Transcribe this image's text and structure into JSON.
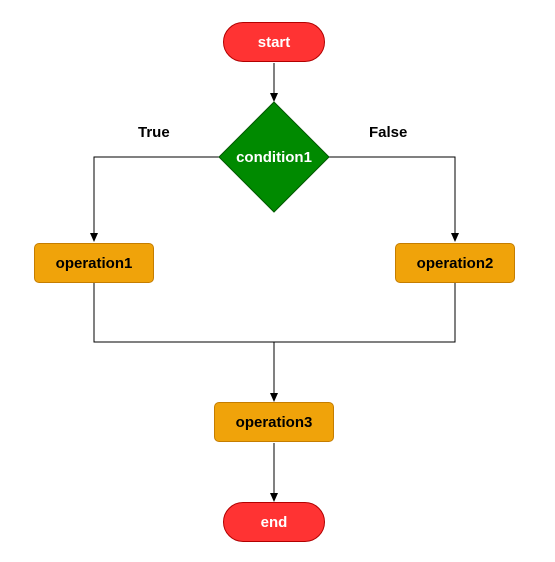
{
  "diagram": {
    "nodes": {
      "start": {
        "label": "start",
        "shape": "terminal"
      },
      "condition1": {
        "label": "condition1",
        "shape": "decision"
      },
      "operation1": {
        "label": "operation1",
        "shape": "process"
      },
      "operation2": {
        "label": "operation2",
        "shape": "process"
      },
      "operation3": {
        "label": "operation3",
        "shape": "process"
      },
      "end": {
        "label": "end",
        "shape": "terminal"
      }
    },
    "edges": [
      {
        "from": "start",
        "to": "condition1",
        "label": ""
      },
      {
        "from": "condition1",
        "to": "operation1",
        "label": "True"
      },
      {
        "from": "condition1",
        "to": "operation2",
        "label": "False"
      },
      {
        "from": "operation1",
        "to": "operation3",
        "label": ""
      },
      {
        "from": "operation2",
        "to": "operation3",
        "label": ""
      },
      {
        "from": "operation3",
        "to": "end",
        "label": ""
      }
    ],
    "edge_labels": {
      "true_branch": "True",
      "false_branch": "False"
    },
    "colors": {
      "terminal_fill": "#ff3333",
      "decision_fill": "#008a00",
      "process_fill": "#f0a30a",
      "connector": "#000000"
    }
  }
}
